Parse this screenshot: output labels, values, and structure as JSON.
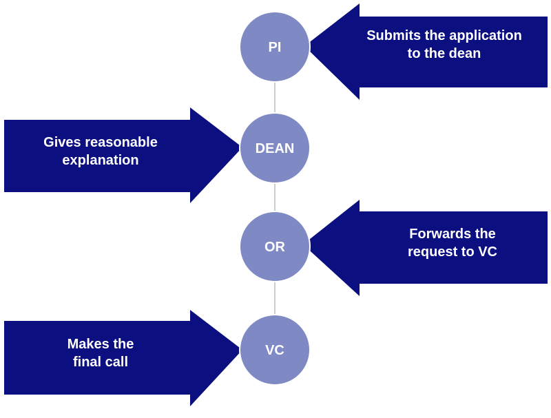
{
  "colors": {
    "arrow": "#0b0f80",
    "node": "#7f89c4",
    "connector": "#9a9a9a",
    "text": "#ffffff"
  },
  "nodes": [
    {
      "label": "PI"
    },
    {
      "label": "DEAN"
    },
    {
      "label": "OR"
    },
    {
      "label": "VC"
    }
  ],
  "arrows": [
    {
      "lines": [
        "Submits the application",
        "to the dean"
      ]
    },
    {
      "lines": [
        "Gives reasonable",
        "explanation"
      ]
    },
    {
      "lines": [
        "Forwards the",
        "request to VC"
      ]
    },
    {
      "lines": [
        "Makes the",
        "final call"
      ]
    }
  ]
}
